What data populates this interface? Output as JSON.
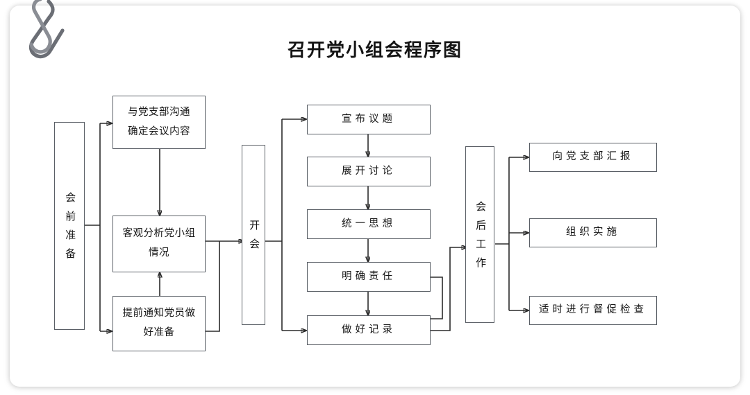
{
  "document": {
    "title": "召开党小组会程序图",
    "paperclip_icon": "paperclip-icon",
    "accent_color": "#5a5f66",
    "line_color": "#2b2b2b",
    "paper_color": "#ffffff"
  },
  "chart_data": {
    "type": "diagram",
    "title": "召开党小组会程序图",
    "stages": [
      {
        "id": "pre-meeting",
        "label": "会前准备",
        "orientation": "vertical",
        "steps": [
          "与党支部沟通确定会议内容",
          "客观分析党小组情况",
          "提前通知党员做好准备"
        ]
      },
      {
        "id": "meeting",
        "label": "开会",
        "orientation": "vertical",
        "steps": [
          "宣布议题",
          "展开讨论",
          "统一思想",
          "明确责任",
          "做好记录"
        ]
      },
      {
        "id": "post-meeting",
        "label": "会后工作",
        "orientation": "vertical",
        "steps": [
          "向党支部汇报",
          "组织实施",
          "适时进行督促检查"
        ]
      }
    ]
  },
  "nodes": {
    "stage_pre": "会前准备",
    "pre_1_line1": "与党支部沟通",
    "pre_1_line2": "确定会议内容",
    "pre_2_line1": "客观分析党小组",
    "pre_2_line2": "情况",
    "pre_3_line1": "提前通知党员做",
    "pre_3_line2": "好准备",
    "stage_meeting": "开会",
    "meet_1": "宣布议题",
    "meet_2": "展开讨论",
    "meet_3": "统一思想",
    "meet_4": "明确责任",
    "meet_5": "做好记录",
    "stage_post": "会后工作",
    "post_1": "向党支部汇报",
    "post_2": "组织实施",
    "post_3": "适时进行督促检查"
  }
}
